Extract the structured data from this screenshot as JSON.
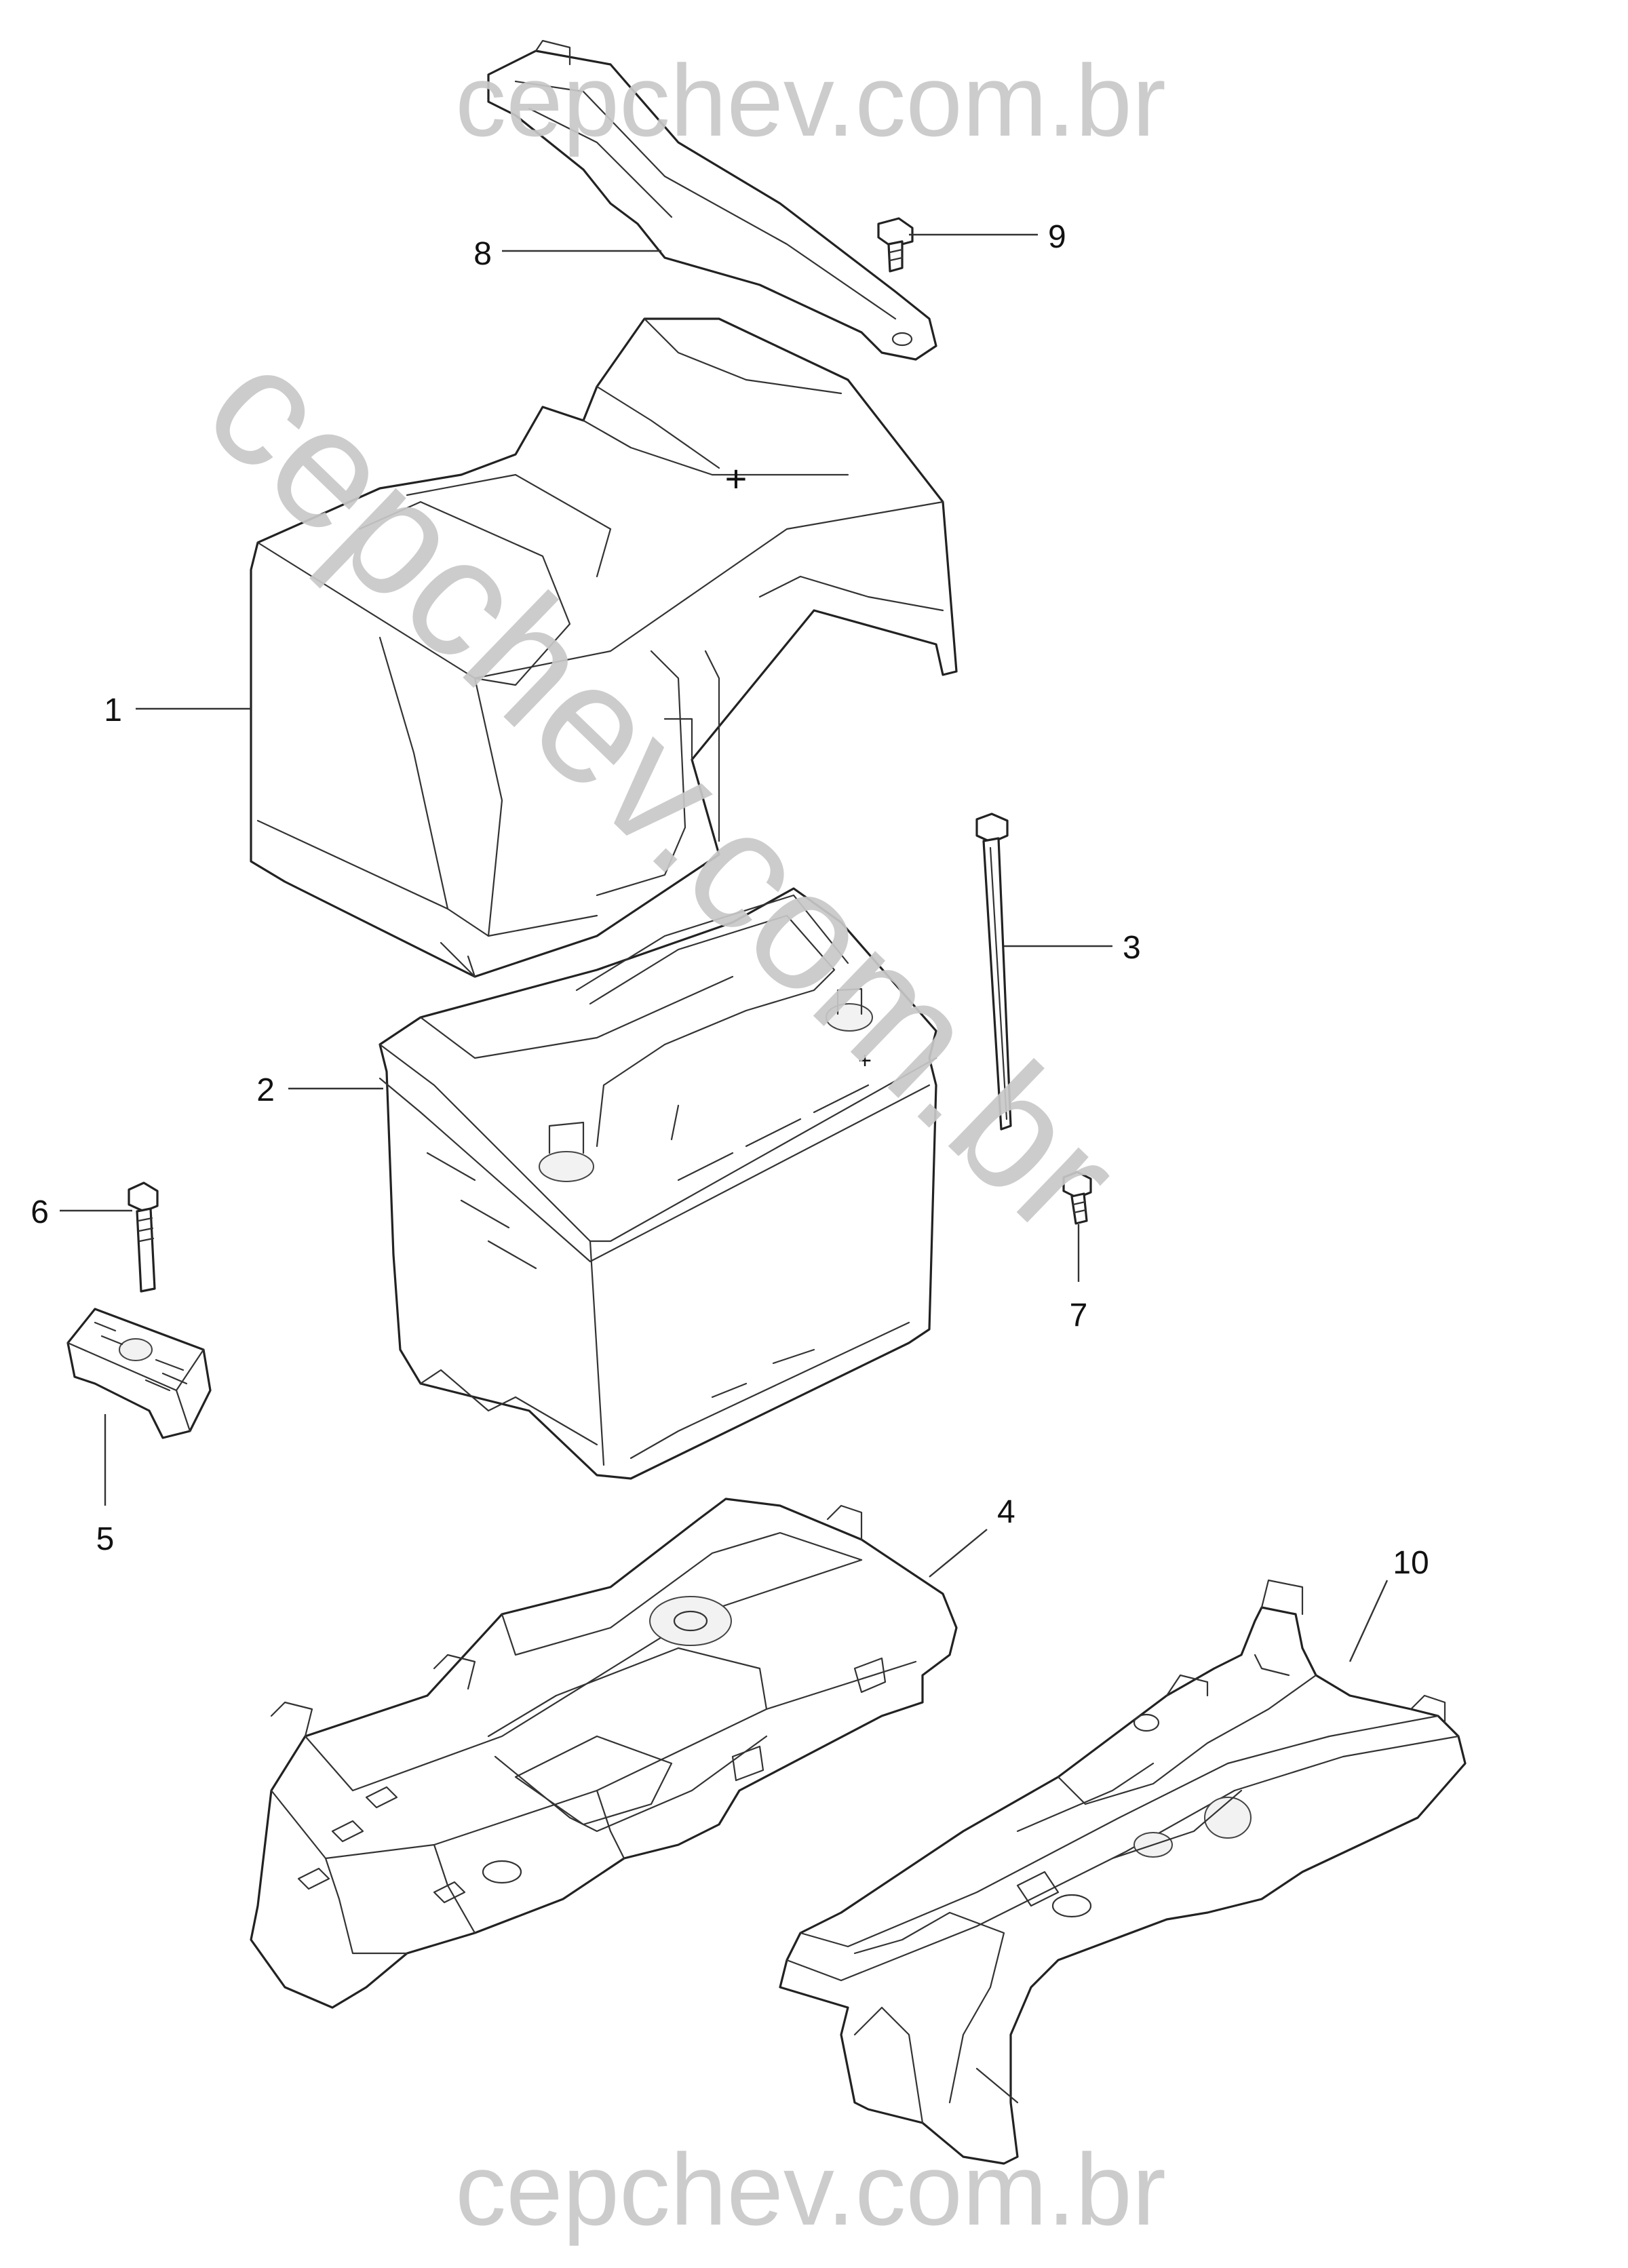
{
  "watermark": {
    "top": "cepchev.com.br",
    "bottom": "cepchev.com.br",
    "diagonal": "cepchev.com.br"
  },
  "callouts": {
    "c1": "1",
    "c2": "2",
    "c3": "3",
    "c4": "4",
    "c5": "5",
    "c6": "6",
    "c7": "7",
    "c8": "8",
    "c9": "9",
    "c10": "10"
  },
  "symbols": {
    "plus": "+"
  },
  "colors": {
    "line": "#222222",
    "watermark": "#c8c8c8",
    "background": "#ffffff"
  }
}
